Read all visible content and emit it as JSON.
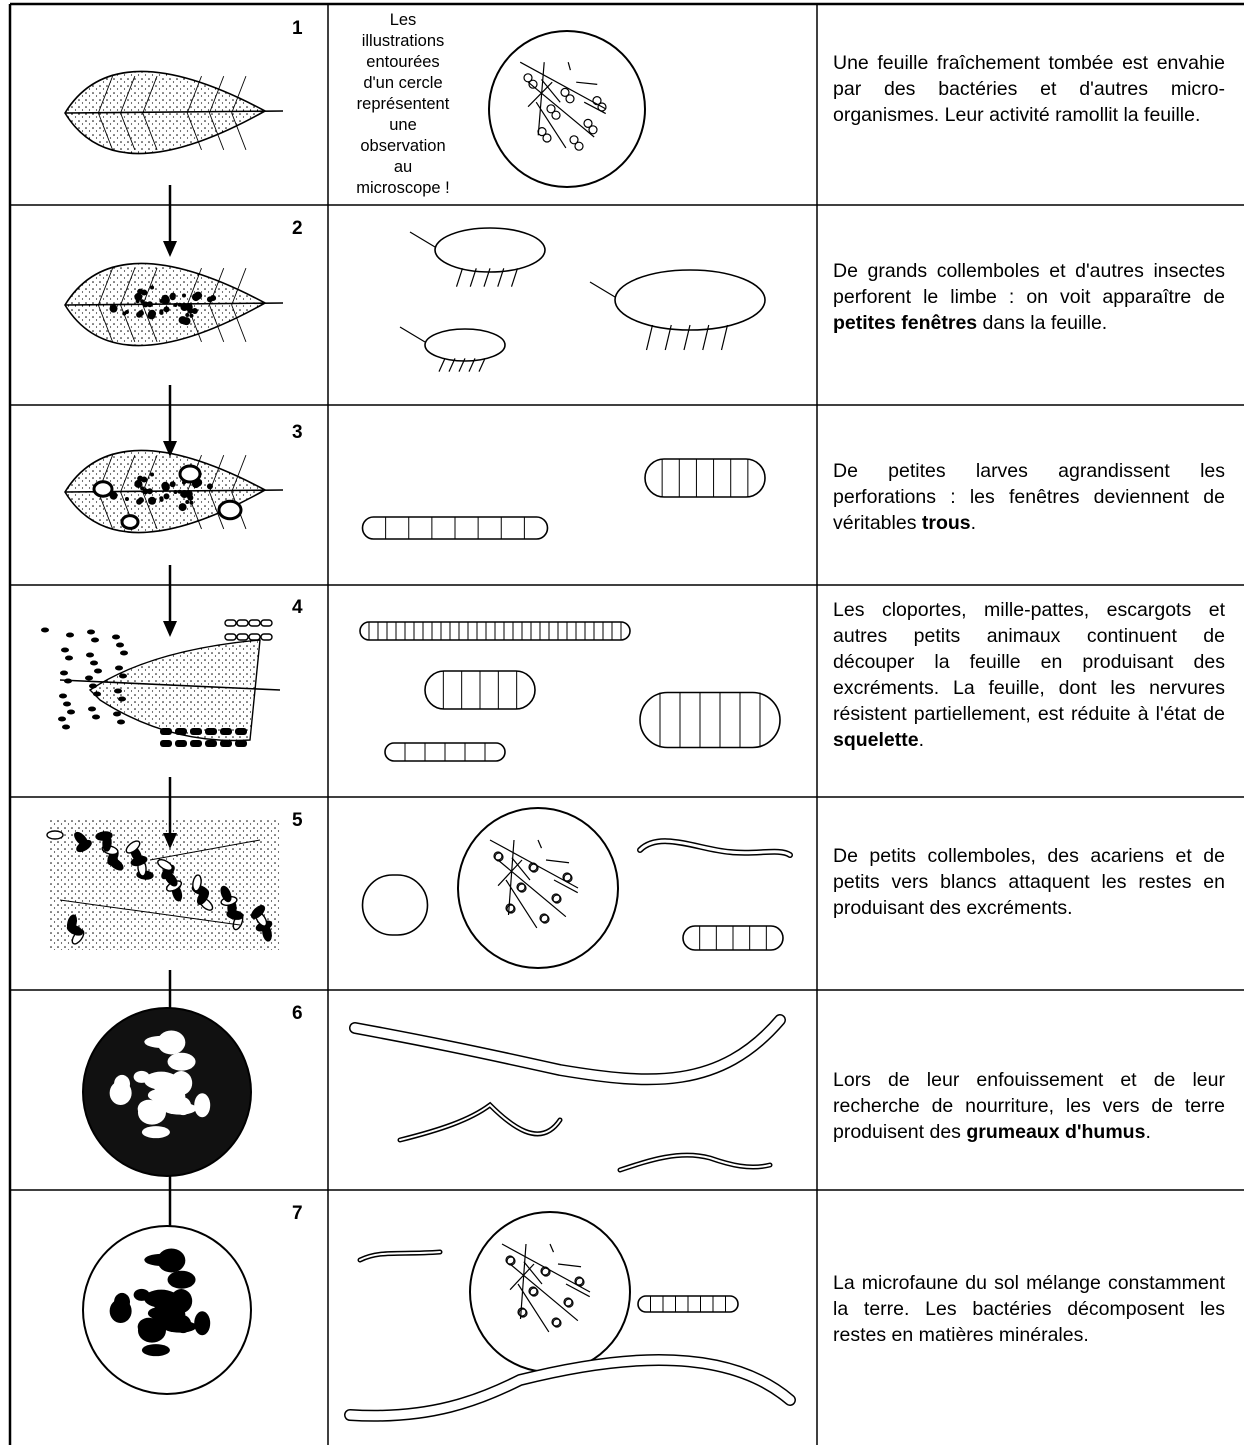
{
  "note": {
    "lines": [
      "Les",
      "illustrations",
      "entourées",
      "d'un cercle",
      "représentent",
      "une",
      "observation",
      "au",
      "microscope !"
    ]
  },
  "stages": [
    {
      "num": "1",
      "text": [
        {
          "t": "Une feuille fraîchement tombée est envahie par des bactéries et d'autres micro-organismes. Leur activité ramollit la feuille."
        }
      ]
    },
    {
      "num": "2",
      "text": [
        {
          "t": "De grands collemboles et d'autres insectes perforent le limbe : on voit apparaître de "
        },
        {
          "t": "petites fenêtres",
          "b": true
        },
        {
          "t": " dans la feuille."
        }
      ]
    },
    {
      "num": "3",
      "text": [
        {
          "t": "De petites larves agrandissent les perforations : les fenêtres deviennent de véritables "
        },
        {
          "t": "trous",
          "b": true
        },
        {
          "t": "."
        }
      ]
    },
    {
      "num": "4",
      "text": [
        {
          "t": "Les cloportes, mille-pattes, escargots et autres petits animaux continuent de découper la feuille en produisant des excréments. La feuille, dont les nervures résistent partiellement, est réduite à l'état de "
        },
        {
          "t": "squelette",
          "b": true
        },
        {
          "t": "."
        }
      ]
    },
    {
      "num": "5",
      "text": [
        {
          "t": "De petits collemboles, des acariens et de petits vers blancs attaquent les restes en produisant des excréments."
        }
      ]
    },
    {
      "num": "6",
      "text": [
        {
          "t": "Lors de leur enfouissement et de leur recherche de nourriture, les vers de terre produisent des "
        },
        {
          "t": "grumeaux d'humus",
          "b": true
        },
        {
          "t": "."
        }
      ]
    },
    {
      "num": "7",
      "text": [
        {
          "t": "La microfaune du sol mélange constamment la terre. Les bactéries décomposent les restes en matières minérales."
        }
      ]
    }
  ]
}
